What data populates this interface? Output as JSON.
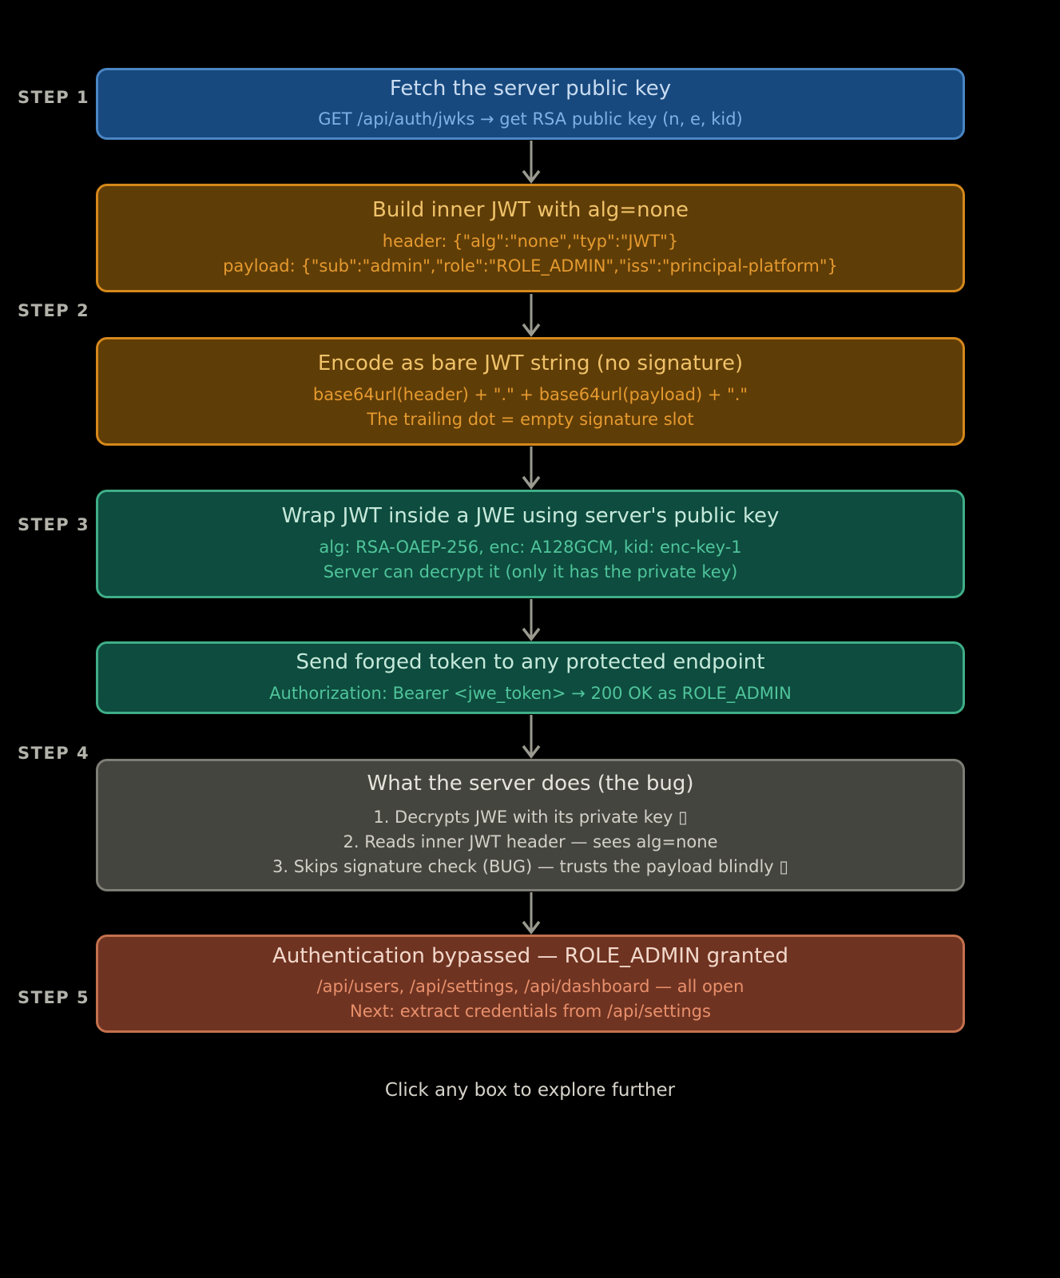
{
  "title": "JWT/JWE authentication bypass attack flow",
  "theme": {
    "background": "#000000",
    "arrow": "#9A9A90",
    "step_label": "#B3B3AB",
    "footer": "#D6D3CA"
  },
  "steps": [
    {
      "label": "STEP 1"
    },
    {
      "label": "STEP 2"
    },
    {
      "label": "STEP 3"
    },
    {
      "label": "STEP 4"
    },
    {
      "label": "STEP 5"
    }
  ],
  "boxes": [
    {
      "id": "fetch-public-key",
      "title": "Fetch the server public key",
      "lines": [
        "GET /api/auth/jwks → get RSA public key (n, e, kid)"
      ],
      "colors": {
        "fill": "#17497E",
        "border": "#4A86C4",
        "title": "#C9DCF2",
        "text": "#7FB1E6"
      }
    },
    {
      "id": "build-inner-jwt",
      "title": "Build inner JWT with alg=none",
      "lines": [
        "header: {\"alg\":\"none\",\"typ\":\"JWT\"}",
        "payload: {\"sub\":\"admin\",\"role\":\"ROLE_ADMIN\",\"iss\":\"principal-platform\"}"
      ],
      "colors": {
        "fill": "#5F3D07",
        "border": "#D5881B",
        "title": "#EFC26A",
        "text": "#E59A2F"
      }
    },
    {
      "id": "encode-bare-jwt",
      "title": "Encode as bare JWT string (no signature)",
      "lines": [
        "base64url(header) + \".\" + base64url(payload) + \".\"",
        "The trailing dot = empty signature slot"
      ],
      "colors": {
        "fill": "#5F3D07",
        "border": "#D5881B",
        "title": "#EFC26A",
        "text": "#E59A2F"
      }
    },
    {
      "id": "wrap-jwt-in-jwe",
      "title": "Wrap JWT inside a JWE using server's public key",
      "lines": [
        "alg: RSA-OAEP-256, enc: A128GCM, kid: enc-key-1",
        "Server can decrypt it (only it has the private key)"
      ],
      "colors": {
        "fill": "#0D4C3E",
        "border": "#3FAE87",
        "title": "#C6E9DB",
        "text": "#50C49B"
      }
    },
    {
      "id": "send-forged-token",
      "title": "Send forged token to any protected endpoint",
      "lines": [
        "Authorization: Bearer <jwe_token> → 200 OK as ROLE_ADMIN"
      ],
      "colors": {
        "fill": "#0D4C3E",
        "border": "#3FAE87",
        "title": "#C6E9DB",
        "text": "#50C49B"
      }
    },
    {
      "id": "server-behavior-bug",
      "title": "What the server does (the bug)",
      "lines": [
        "1. Decrypts JWE with its private key ▯",
        "2. Reads inner JWT header — sees alg=none",
        "3. Skips signature check (BUG) — trusts the payload blindly ▯"
      ],
      "colors": {
        "fill": "#45453F",
        "border": "#7E7E76",
        "title": "#E6E4DC",
        "text": "#D2D0C7"
      }
    },
    {
      "id": "auth-bypassed",
      "title": "Authentication bypassed — ROLE_ADMIN granted",
      "lines": [
        "/api/users, /api/settings, /api/dashboard — all open",
        "Next: extract credentials from /api/settings"
      ],
      "colors": {
        "fill": "#6F3321",
        "border": "#C4714E",
        "title": "#F2D8CB",
        "text": "#E8906C"
      }
    }
  ],
  "footer": {
    "hint": "Click any box to explore further"
  }
}
